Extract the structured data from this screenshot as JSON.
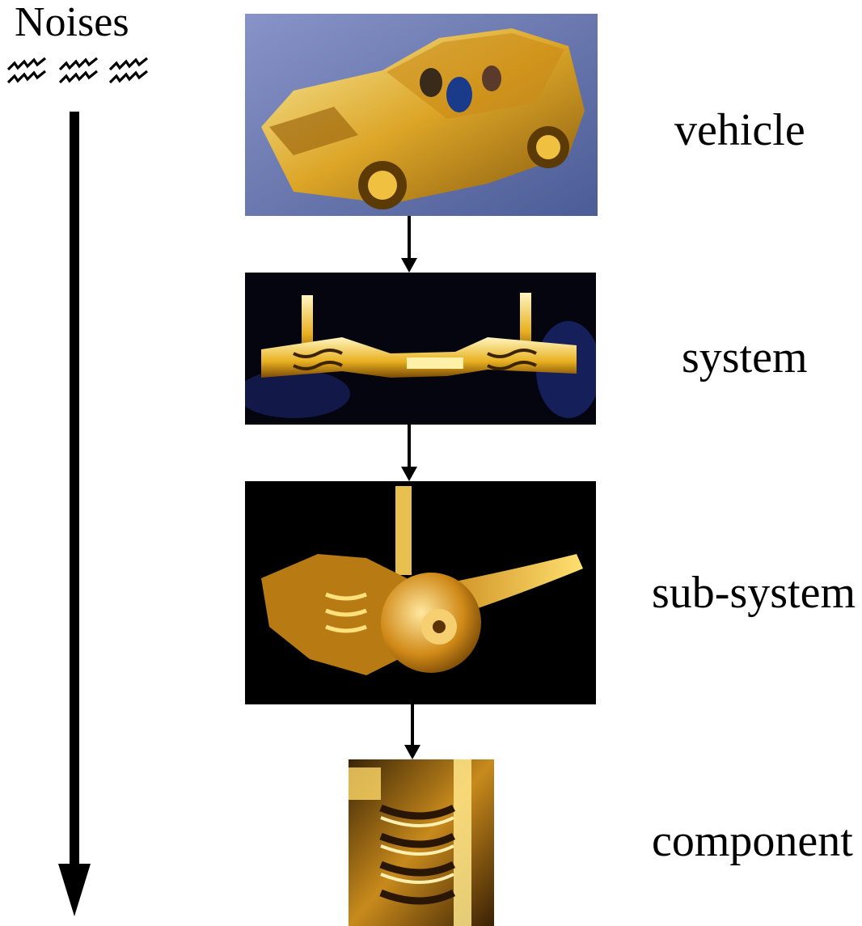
{
  "noises": {
    "title": "Noises",
    "icon": "zigzag-noise-icon"
  },
  "levels": [
    {
      "label": "vehicle",
      "image": "car-cutaway-illustration"
    },
    {
      "label": "system",
      "image": "rear-axle-assembly-photo"
    },
    {
      "label": "sub-system",
      "image": "wheel-suspension-corner-photo"
    },
    {
      "label": "component",
      "image": "coil-spring-closeup-photo"
    }
  ],
  "colors": {
    "gold": "#e8b020",
    "gold_light": "#ffe27a",
    "dark_bg": "#050505",
    "blue_bg": "#6e7fb8",
    "arrow": "#000000"
  }
}
